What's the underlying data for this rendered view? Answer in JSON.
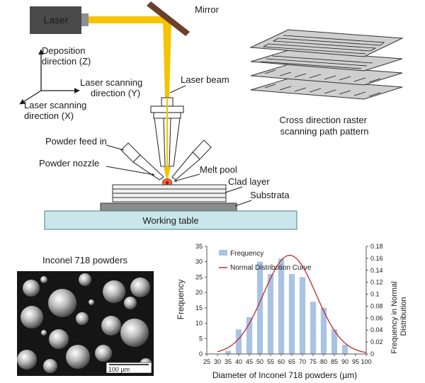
{
  "schematic": {
    "laser": "Laser",
    "mirror": "Mirror",
    "deposition_dir": [
      "Deposition",
      "direction (Z)"
    ],
    "scan_y": [
      "Laser scanning",
      "direction (Y)"
    ],
    "scan_x": [
      "Laser scanning",
      "direction (X)"
    ],
    "laser_beam": "Laser beam",
    "powder_feed": "Powder feed in",
    "powder_nozzle": "Powder nozzle",
    "melt_pool": "Melt pool",
    "clad_layer": "Clad layer",
    "substrata": "Substrata",
    "working_table": "Working table",
    "raster_caption": [
      "Cross direction raster",
      "scanning path pattern"
    ],
    "colors": {
      "beam": "#f5c400",
      "table": "#c9e6ea",
      "substrate": "#8c8c8c",
      "plate": "#cfcfcf",
      "melt": "#e02020"
    }
  },
  "micrograph": {
    "title": "Inconel 718 powders",
    "scale_bar": "100 µm"
  },
  "chart_data": {
    "type": "bar",
    "x": [
      25,
      30,
      35,
      40,
      45,
      50,
      55,
      60,
      65,
      70,
      75,
      80,
      85,
      90,
      95,
      100
    ],
    "x_tick_labels": [
      "25",
      "30",
      "35",
      "40",
      "45",
      "50",
      "55",
      "60",
      "65",
      "70",
      "75",
      "80",
      "85",
      "90",
      "95",
      "100"
    ],
    "series": [
      {
        "name": "Frequency",
        "axis": "left",
        "type": "bar",
        "color": "#a9c3e4",
        "x": [
          30,
          35,
          40,
          45,
          50,
          55,
          60,
          65,
          70,
          75,
          80,
          85,
          90
        ],
        "values": [
          0,
          1,
          8,
          12,
          30,
          26,
          31,
          26,
          25,
          17,
          15,
          8,
          3
        ]
      },
      {
        "name": "Normal Distribution Curve",
        "axis": "right",
        "type": "line",
        "color": "#c0282d",
        "mean": 64,
        "sd": 12.4,
        "x": [
          30,
          35,
          40,
          45,
          50,
          55,
          60,
          65,
          70,
          75,
          80,
          85,
          90,
          95,
          100
        ],
        "values": [
          0.008,
          0.021,
          0.048,
          0.086,
          0.126,
          0.154,
          0.165,
          0.157,
          0.128,
          0.092,
          0.056,
          0.029,
          0.013,
          0.005,
          0.002
        ]
      }
    ],
    "xlabel": "Diameter of  Inconel 718 powders (µm)",
    "ylabel": "Frequency",
    "y2label": [
      "Frequency in Normal",
      "Distribution"
    ],
    "xlim": [
      25,
      100
    ],
    "ylim": [
      0,
      35
    ],
    "y_ticks": [
      0,
      5,
      10,
      15,
      20,
      25,
      30,
      35
    ],
    "y2lim": [
      0,
      0.18
    ],
    "y2_tick_labels": [
      "0",
      "0.02",
      "0.04",
      "0.06",
      "0.08",
      "0.1",
      "0.12",
      "0.14",
      "0.16",
      "0.18"
    ],
    "grid": false,
    "legend": "top-left"
  }
}
